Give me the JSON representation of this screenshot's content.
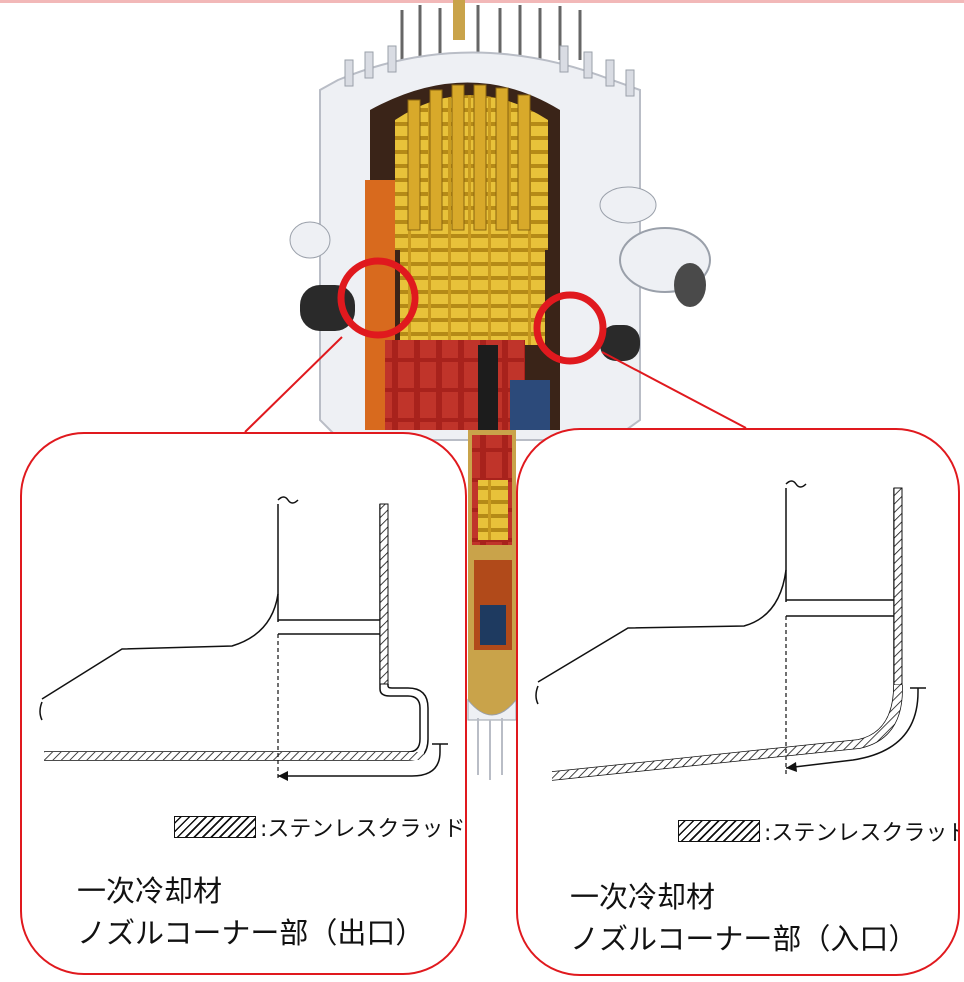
{
  "left_panel": {
    "legend_label": ":ステンレスクラッド",
    "caption_line1": "一次冷却材",
    "caption_line2": "ノズルコーナー部（出口）"
  },
  "right_panel": {
    "legend_label": ":ステンレスクラッド",
    "caption_line1": "一次冷却材",
    "caption_line2": "ノズルコーナー部（入口）"
  },
  "colors": {
    "highlight_red": "#e0191e",
    "vessel_white": "#eef0f4",
    "internals_yellow": "#e8c23a",
    "fuel_red": "#a8221c",
    "liner_orange": "#d86a1e"
  }
}
